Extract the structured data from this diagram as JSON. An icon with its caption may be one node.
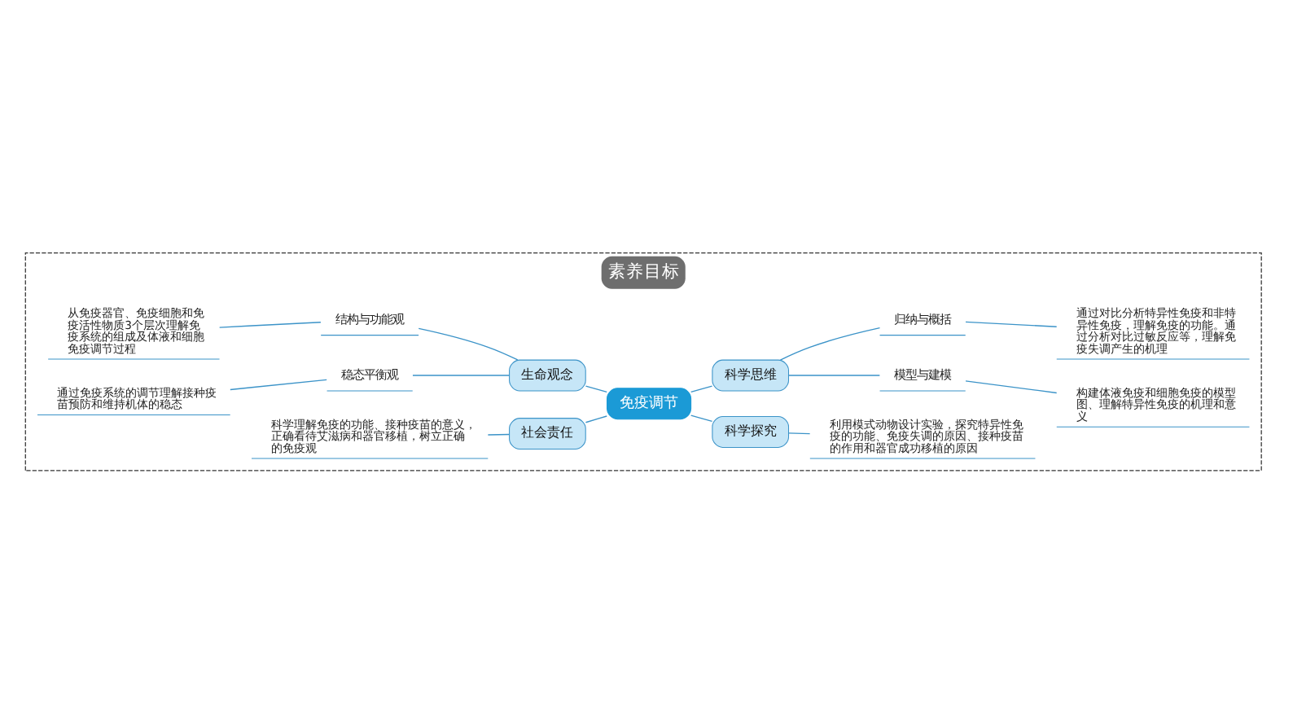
{
  "diagram": {
    "nodes": [
      {
        "text": [
          "素养目标"
        ]
      },
      {
        "text": [
          "免疫调节"
        ],
        "in": 0
      },
      {
        "text": [
          "生命观念"
        ],
        "in": 0
      },
      {
        "text": [
          "结构与功能观"
        ],
        "in": 0
      },
      {
        "text": [
          "从免疫器官、免疫细胞和免疫活性物质3个层次理解免疫系统的组成及体液和细胞免疫调节过程"
        ],
        "in": 0
      },
      {
        "text": [
          "稳态平衡观"
        ],
        "in": 0
      },
      {
        "text": [
          "通过免疫系统的调节理解接种疫苗预防和维持机体的稳态"
        ],
        "in": 0
      },
      {
        "text": [
          "社会责任"
        ],
        "in": 0
      },
      {
        "text": [
          "科学理解免疫的功能、接种疫苗的意义，正确看待艾滋病和器官移植，树立正确的免疫观"
        ],
        "in": 0
      },
      {
        "text": [
          "科学思维"
        ],
        "in": 0
      },
      {
        "text": [
          "归纳与概括"
        ],
        "in": 0
      },
      {
        "text": [
          "通过对比分析特异性免疫和非特异性免疫，理解免疫的功能。通过分析对比过敏反应等，理解免疫失调产生的机理"
        ],
        "in": 0
      },
      {
        "text": [
          "模型与建模"
        ],
        "in": 0
      },
      {
        "text": [
          "构建体液免疫和细胞免疫的模型图、理解特异性免疫的机理和意义"
        ],
        "in": 0
      },
      {
        "text": [
          "科学探究"
        ],
        "in": 0
      },
      {
        "text": [
          "利用模式动物设计实验，探究特异性免疫的功能、免疫失调的原因、接种疫苗的作用和器官成功移植的原因"
        ],
        "in": 0
      }
    ],
    "edges": [
      {
        "from": 4,
        "to": 3,
        "arrow": "none"
      },
      {
        "from": 3,
        "to": 2,
        "arrow": "none"
      },
      {
        "from": 6,
        "to": 5,
        "arrow": "none"
      },
      {
        "from": 5,
        "to": 2,
        "arrow": "none"
      },
      {
        "from": 2,
        "to": 1,
        "arrow": "none"
      },
      {
        "from": 8,
        "to": 7,
        "arrow": "none"
      },
      {
        "from": 7,
        "to": 1,
        "arrow": "none"
      },
      {
        "from": 1,
        "to": 14,
        "arrow": "none"
      },
      {
        "from": 14,
        "to": 15,
        "arrow": "none"
      },
      {
        "from": 1,
        "to": 9,
        "arrow": "none"
      },
      {
        "from": 9,
        "to": 12,
        "arrow": "none"
      },
      {
        "from": 12,
        "to": 13,
        "arrow": "none"
      },
      {
        "from": 9,
        "to": 10,
        "arrow": "none"
      },
      {
        "from": 10,
        "to": 11,
        "arrow": "none"
      }
    ]
  }
}
